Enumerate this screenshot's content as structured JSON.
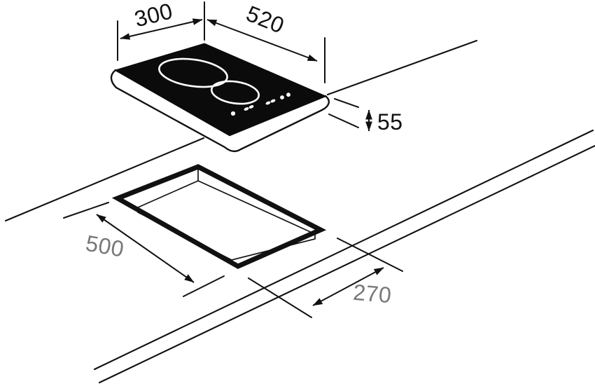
{
  "colors": {
    "line": "#111111",
    "gray": "#787878",
    "surface": "#0b0b0b",
    "background": "#ffffff"
  },
  "dimensions": {
    "hob_width": "300",
    "hob_depth": "520",
    "hob_height": "55",
    "cutout_length": "500",
    "cutout_width": "270"
  }
}
